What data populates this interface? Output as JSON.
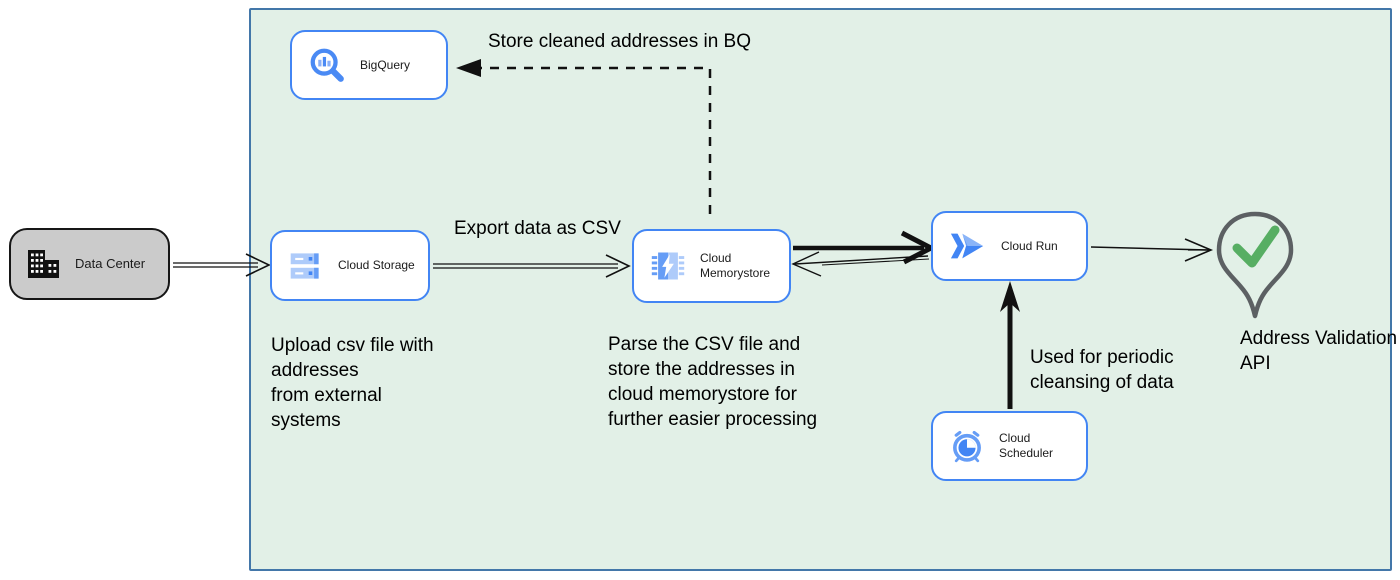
{
  "nodes": [
    {
      "id": "data-center",
      "label": "Data Center",
      "icon": "building-icon"
    },
    {
      "id": "bigquery",
      "label": "BigQuery",
      "icon": "bigquery-icon"
    },
    {
      "id": "cloud-storage",
      "label": "Cloud Storage",
      "icon": "cloud-storage-icon"
    },
    {
      "id": "cloud-memorystore",
      "label": "Cloud Memorystore",
      "icon": "memorystore-icon"
    },
    {
      "id": "cloud-run",
      "label": "Cloud Run",
      "icon": "cloud-run-icon"
    },
    {
      "id": "cloud-scheduler",
      "label": "Cloud Scheduler",
      "icon": "cloud-scheduler-icon"
    },
    {
      "id": "address-validation-api",
      "label": "Address Validation\nAPI",
      "icon": "map-pin-icon"
    }
  ],
  "edge_labels": {
    "store_bq": "Store cleaned addresses in BQ",
    "export_csv": "Export data as CSV"
  },
  "notes": {
    "upload": "Upload csv file with\naddresses\nfrom external\nsystems",
    "parse": "Parse the CSV file and\nstore the addresses in\ncloud  memorystore for\nfurther easier processing",
    "periodic": "Used for periodic\ncleansing of data"
  },
  "colors": {
    "zone_fill": "#e2f0e7",
    "zone_border": "#4377a9",
    "node_border": "#4285f4",
    "node_fill": "#ffffff",
    "datacenter_fill": "#cbcbcb",
    "datacenter_border": "#161616",
    "icon_blue": "#4285f4",
    "icon_light_blue": "#aecbfa",
    "pin_stroke": "#5c6063",
    "check_green": "#57ae63",
    "arrow": "#111111"
  }
}
